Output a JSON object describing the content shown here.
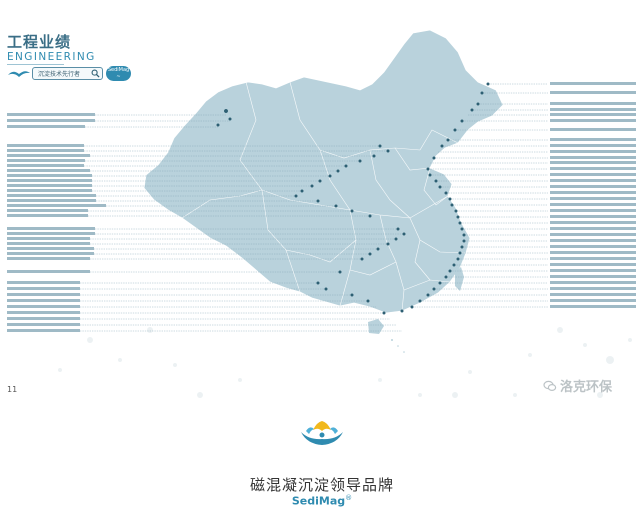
{
  "header": {
    "title_cn": "工程业绩",
    "title_en": "ENGINEERING",
    "search_text": "沉淀技术先行者",
    "badge_top": "SediMag",
    "badge_bottom": "~"
  },
  "page_number": "11",
  "watermark": "洛克环保",
  "footer": {
    "slogan": "磁混凝沉淀领导品牌",
    "brand": "SediMag",
    "brand_mark": "®"
  },
  "colors": {
    "map_fill": "#b9d2dc",
    "map_border": "#ffffff",
    "accent": "#2f8bb0",
    "pin": "#2d5f73"
  },
  "icons": {
    "search": "search-icon",
    "logo": "water-splash-logo",
    "watermark": "wechat-icon"
  }
}
